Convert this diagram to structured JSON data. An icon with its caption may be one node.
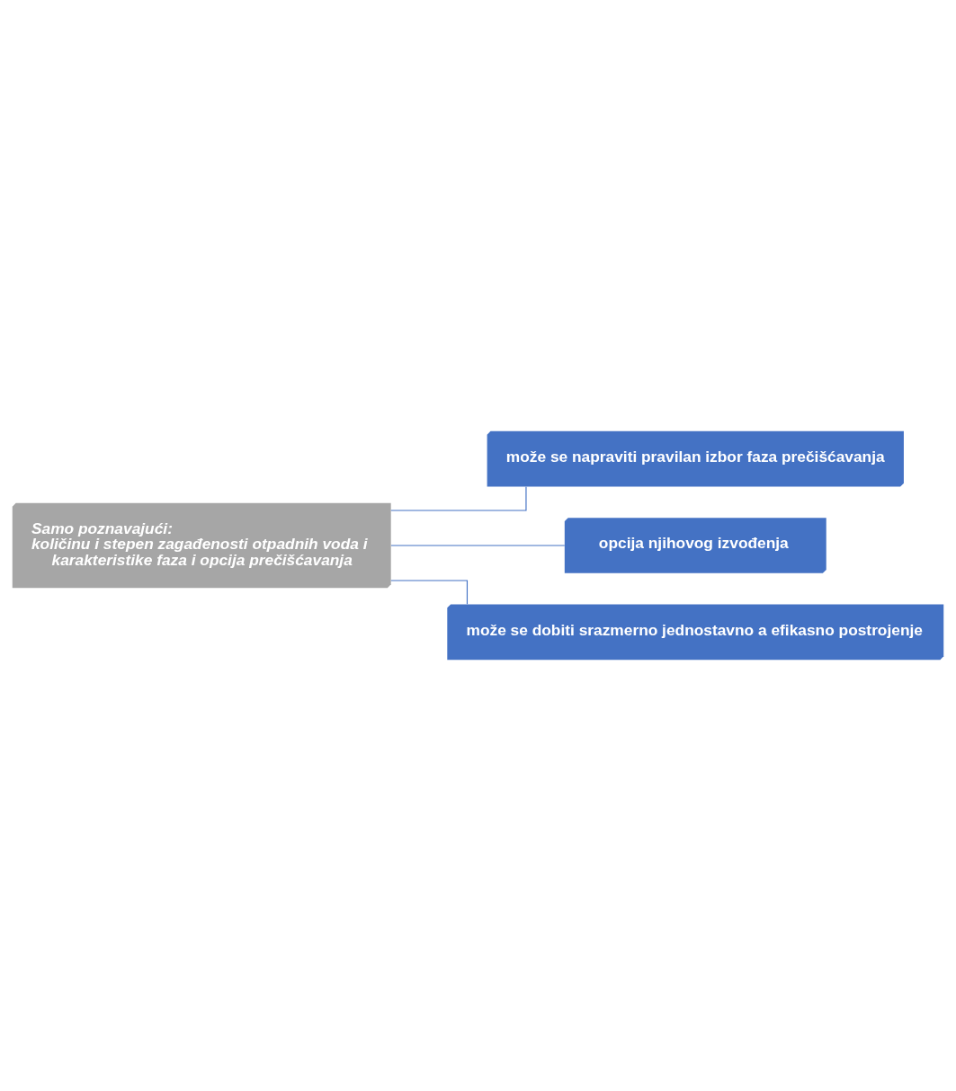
{
  "diagram": {
    "nodes": [
      {
        "text": [
          "Samo poznavajući:",
          "količinu i stepen zagađenosti otpadnih voda i",
          "karakteristike faza i opcija prečišćavanja"
        ]
      },
      {
        "text": [
          "može se napraviti pravilan izbor faza prečišćavanja"
        ]
      },
      {
        "text": [
          "opcija njihovog izvođenja"
        ]
      },
      {
        "text": [
          "može se dobiti srazmerno jednostavno a efikasno postrojenje"
        ]
      }
    ],
    "edges": [
      {
        "from": 0,
        "to": 1,
        "arrow": "none"
      },
      {
        "from": 0,
        "to": 2,
        "arrow": "none"
      },
      {
        "from": 0,
        "to": 3,
        "arrow": "none"
      }
    ]
  }
}
